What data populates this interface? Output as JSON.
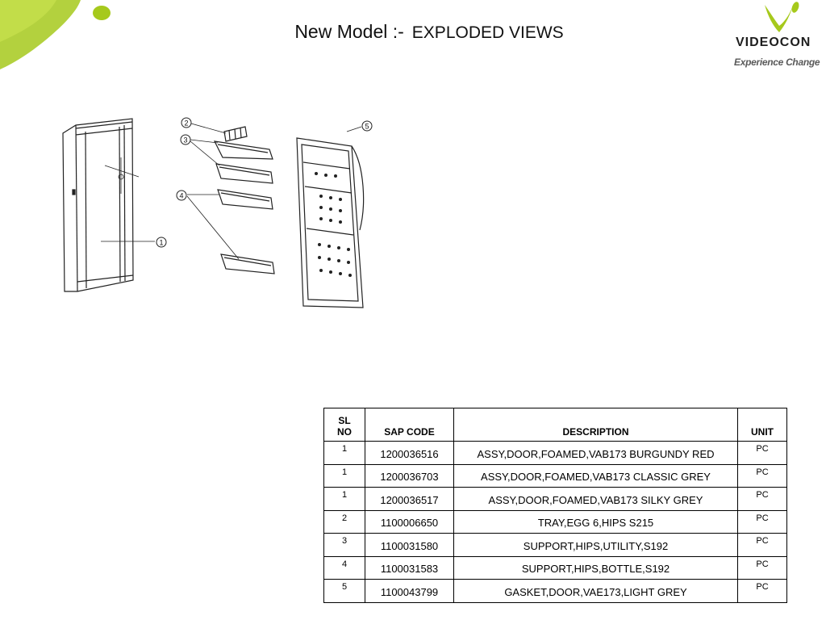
{
  "title": {
    "main": "New Model :-",
    "sub": "EXPLODED VIEWS"
  },
  "logo": {
    "word": "VIDEOCON",
    "tagline": "Experience Change"
  },
  "colors": {
    "brand_green": "#a6c91c",
    "logo_orange": "#e8a317",
    "text": "#111111"
  },
  "callouts": [
    "1",
    "2",
    "3",
    "4",
    "5"
  ],
  "table": {
    "headers": {
      "sl": "SL NO",
      "code": "SAP CODE",
      "desc": "DESCRIPTION",
      "unit": "UNIT"
    },
    "rows": [
      {
        "sl": "1",
        "code": "1200036516",
        "desc": "ASSY,DOOR,FOAMED,VAB173 BURGUNDY RED",
        "unit": "PC"
      },
      {
        "sl": "1",
        "code": "1200036703",
        "desc": "ASSY,DOOR,FOAMED,VAB173 CLASSIC GREY",
        "unit": "PC"
      },
      {
        "sl": "1",
        "code": "1200036517",
        "desc": "ASSY,DOOR,FOAMED,VAB173 SILKY GREY",
        "unit": "PC"
      },
      {
        "sl": "2",
        "code": "1100006650",
        "desc": "TRAY,EGG 6,HIPS S215",
        "unit": "PC"
      },
      {
        "sl": "3",
        "code": "1100031580",
        "desc": "SUPPORT,HIPS,UTILITY,S192",
        "unit": "PC"
      },
      {
        "sl": "4",
        "code": "1100031583",
        "desc": "SUPPORT,HIPS,BOTTLE,S192",
        "unit": "PC"
      },
      {
        "sl": "5",
        "code": "1100043799",
        "desc": "GASKET,DOOR,VAE173,LIGHT GREY",
        "unit": "PC"
      }
    ]
  }
}
